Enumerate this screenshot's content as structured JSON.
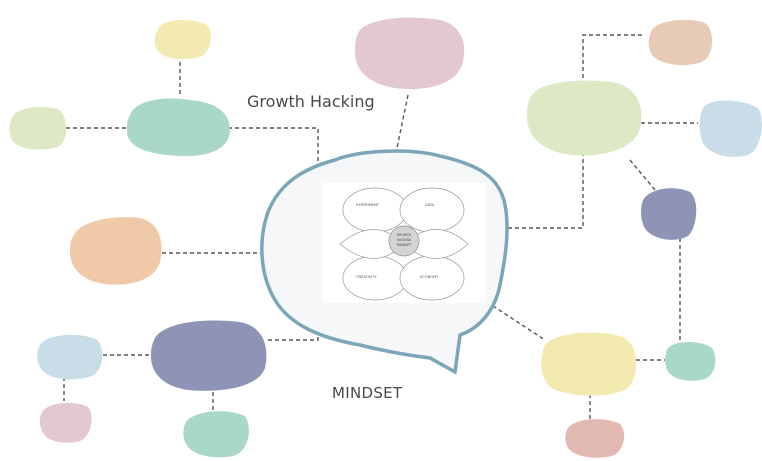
{
  "title": "Growth Hacking",
  "center_label": "MINDSET",
  "core": {
    "label_lines": [
      "GROWTH",
      "HACKING",
      "MINDSET"
    ],
    "petals": [
      "EXPERIMENT",
      "DATA",
      "CREATIVITY",
      "ECONOMY"
    ]
  },
  "colors": {
    "outline": "#7aa6b8",
    "connector": "#555555",
    "pastel_yellow": "#f3eab2",
    "pastel_green": "#a9d7c8",
    "pastel_pink": "#e2c9cf",
    "pastel_peach": "#efc9a8",
    "pastel_blue": "#c9dde8",
    "pastel_purple": "#8f93b6",
    "pastel_lime": "#dde9c4"
  }
}
